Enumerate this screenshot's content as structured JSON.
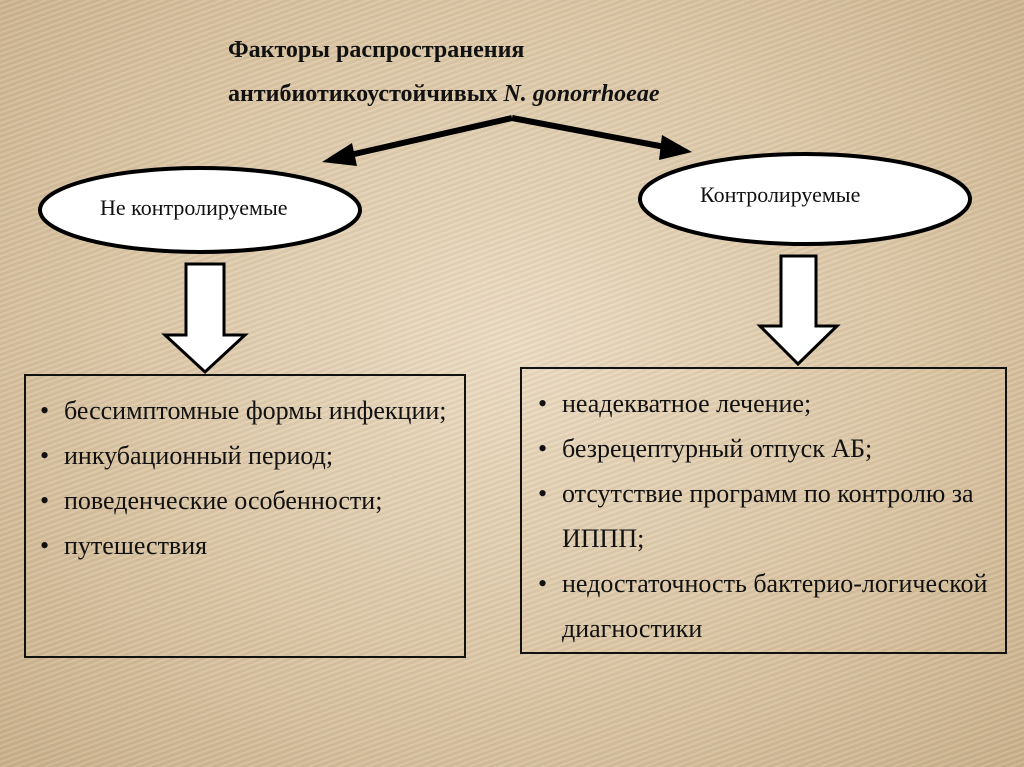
{
  "title": {
    "line1": "Факторы распространения",
    "line2_prefix": "антибиотикоустойчивых ",
    "line2_italic": "N. gonorrhoeae"
  },
  "left": {
    "label": "Не контролируемые",
    "items": [
      "бессимптомные формы инфекции;",
      "инкубационный период;",
      "поведенческие особенности;",
      "путешествия"
    ]
  },
  "right": {
    "label": "Контролируемые",
    "items": [
      "неадекватное лечение;",
      "безрецептурный отпуск АБ;",
      "отсутствие программ по контролю за ИППП;",
      "недостаточность бактерио-логической диагностики"
    ]
  }
}
